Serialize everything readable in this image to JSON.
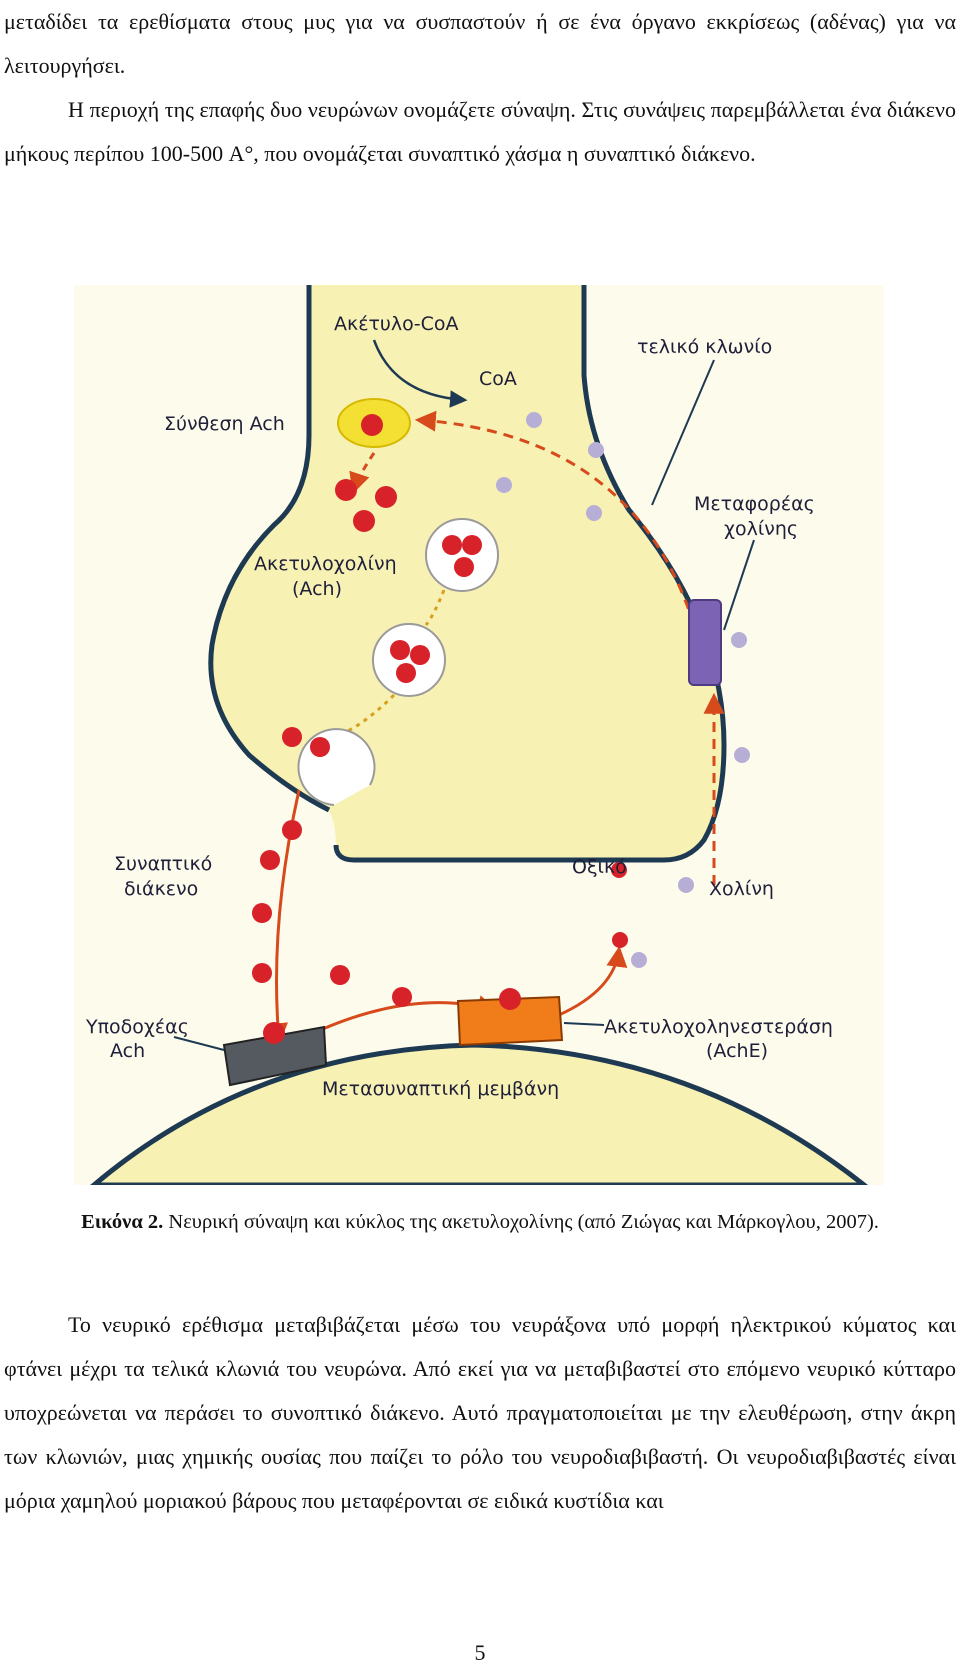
{
  "page": {
    "para1": "μεταδίδει τα ερεθίσματα στους μυς για να συσπαστούν ή σε ένα όργανο εκκρίσεως (αδένας) για να λειτουργήσει.",
    "para2": "Η περιοχή της επαφής δυο νευρώνων ονομάζετε σύναψη. Στις συνάψεις παρεμβάλλεται ένα διάκενο μήκους περίπου 100-500 A°, που ονομάζεται συναπτικό χάσμα η συναπτικό διάκενο.",
    "para3": "Το νευρικό ερέθισμα μεταβιβάζεται μέσω του νευράξονα υπό μορφή ηλεκτρικού κύματος και φτάνει μέχρι τα τελικά κλωνιά του νευρώνα. Από εκεί για να μεταβιβαστεί στο επόμενο νευρικό κύτταρο υποχρεώνεται να περάσει το συνοπτικό διάκενο. Αυτό πραγματοποιείται με την ελευθέρωση, στην άκρη των κλωνιών, μιας χημικής ουσίας που παίζει το ρόλο του νευροδιαβιβαστή. Οι νευροδιαβιβαστές είναι μόρια χαμηλού μοριακού βάρους που μεταφέρονται σε ειδικά κυστίδια και",
    "page_number": "5"
  },
  "figure": {
    "caption_label": "Εικόνα 2.",
    "caption_text": "Νευρική σύναψη και κύκλος της ακετυλοχολίνης (από Ζιώγας και Μάρκογλου, 2007).",
    "labels": {
      "acetyl_coa": "Ακέτυλο-CoA",
      "coa": "CoA",
      "terminal_branch": "τελικό κλωνίο",
      "ach_synthesis": "Σύνθεση Ach",
      "choline_transporter_1": "Μεταφορέας",
      "choline_transporter_2": "χολίνης",
      "acetylcholine_1": "Ακετυλοχολίνη",
      "acetylcholine_2": "(Ach)",
      "synaptic_cleft_1": "Συναπτικό",
      "synaptic_cleft_2": "διάκενο",
      "acetic": "Οξικό",
      "choline": "Χολίνη",
      "receptor_1": "Υποδοχέας",
      "receptor_2": "Ach",
      "ache_1": "Ακετυλοχοληνεστεράση",
      "ache_2": "(AchE)",
      "postsynaptic_membrane": "Μετασυναπτική μεμβάνη"
    },
    "colors": {
      "cytoplasm": "#f8f1b4",
      "membrane": "#1e3a52",
      "acetate_red": "#d8222a",
      "choline_lilac": "#b7aed6",
      "synthesis_enzyme": "#f3e032",
      "transporter": "#7d63b4",
      "ache_orange": "#f07d1a",
      "receptor_gray": "#555a60",
      "arrow_red": "#d64a1c"
    }
  }
}
